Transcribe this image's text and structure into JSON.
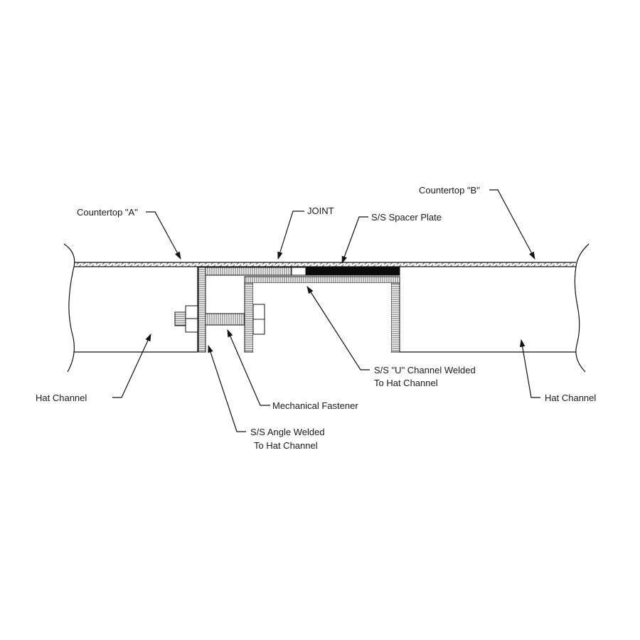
{
  "labels": {
    "countertop_a": "Countertop \"A\"",
    "countertop_b": "Countertop \"B\"",
    "joint": "JOINT",
    "spacer_plate": "S/S Spacer Plate",
    "hat_channel_left": "Hat Channel",
    "hat_channel_right": "Hat Channel",
    "mechanical_fastener": "Mechanical Fastener",
    "angle_line1": "S/S Angle Welded",
    "angle_line2": "To Hat Channel",
    "u_channel_line1": "S/S \"U\" Channel Welded",
    "u_channel_line2": "To Hat Channel"
  },
  "colors": {
    "line": "#111111",
    "background": "#ffffff",
    "spacer_fill": "#0a0a0a"
  }
}
